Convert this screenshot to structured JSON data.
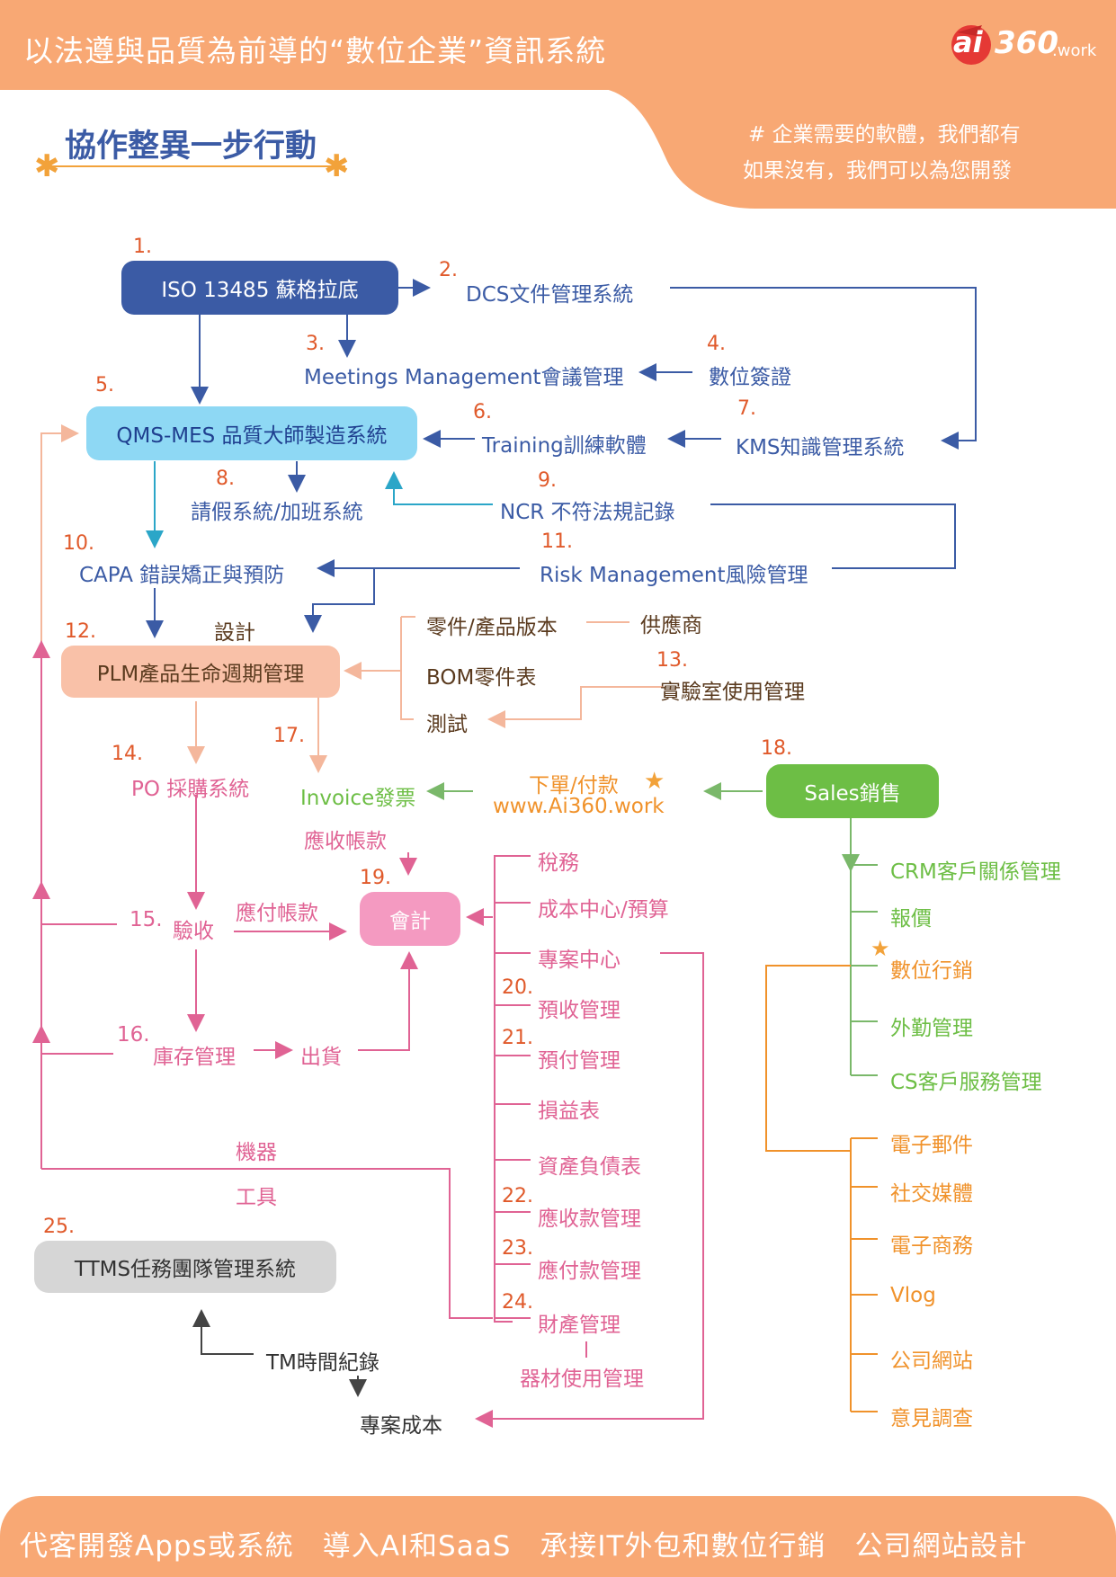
{
  "header": {
    "title": "以法遵與品質為前導的“數位企業”資訊系統",
    "logo_ai": "ai",
    "logo_360": "360",
    "logo_suffix": "work",
    "slogan_line1": "# 企業需要的軟體，我們都有",
    "slogan_line2": "如果沒有，我們可以為您開發"
  },
  "section_title": "協作整異一步行動",
  "colors": {
    "header_bg": "#F8A874",
    "blue": "#3B5BA5",
    "light_blue": "#8ED8F4",
    "pink": "#E06394",
    "green": "#6DBE45",
    "orange": "#F0922B",
    "peach": "#F9C1A8"
  },
  "nodes": {
    "n1": {
      "num": "1.",
      "label": "ISO 13485 蘇格拉底"
    },
    "n2": {
      "num": "2.",
      "label": "DCS文件管理系統"
    },
    "n3": {
      "num": "3.",
      "label": "Meetings Management會議管理"
    },
    "n4": {
      "num": "4.",
      "label": "數位簽證"
    },
    "n5": {
      "num": "5.",
      "label": "QMS-MES 品質大師製造系統"
    },
    "n6": {
      "num": "6.",
      "label": "Training訓練軟體"
    },
    "n7": {
      "num": "7.",
      "label": "KMS知識管理系統"
    },
    "n8": {
      "num": "8.",
      "label": "請假系統/加班系統"
    },
    "n9": {
      "num": "9.",
      "label": "NCR 不符法規記錄"
    },
    "n10": {
      "num": "10.",
      "label": "CAPA 錯誤矯正與預防"
    },
    "n11": {
      "num": "11.",
      "label": "Risk Management風險管理"
    },
    "n12": {
      "num": "12.",
      "label": "PLM產品生命週期管理"
    },
    "n13": {
      "num": "13.",
      "label": "實驗室使用管理"
    },
    "n14": {
      "num": "14.",
      "label": "PO 採購系統"
    },
    "n15": {
      "num": "15.",
      "label": "驗收"
    },
    "n16": {
      "num": "16.",
      "label": "庫存管理"
    },
    "n17": {
      "num": "17.",
      "label": "Invoice發票"
    },
    "n18": {
      "num": "18.",
      "label": "Sales銷售"
    },
    "n19": {
      "num": "19.",
      "label": "會計"
    },
    "n20": {
      "num": "20.",
      "label": "預收管理"
    },
    "n21": {
      "num": "21.",
      "label": "預付管理"
    },
    "n22": {
      "num": "22.",
      "label": "應收款管理"
    },
    "n23": {
      "num": "23.",
      "label": "應付款管理"
    },
    "n24": {
      "num": "24.",
      "label": "財產管理"
    },
    "n25": {
      "num": "25.",
      "label": "TTMS任務團隊管理系統"
    }
  },
  "labels": {
    "design": "設計",
    "parts_version": "零件/產品版本",
    "supplier": "供應商",
    "bom": "BOM零件表",
    "test": "測試",
    "order_pay": "下單/付款",
    "website": "www.Ai360.work",
    "receivable": "應收帳款",
    "payable": "應付帳款",
    "shipping": "出貨",
    "tax": "稅務",
    "cost_center": "成本中心/預算",
    "project_center": "專案中心",
    "income_statement": "損益表",
    "balance_sheet": "資產負債表",
    "equipment_use": "器材使用管理",
    "machine": "機器",
    "tool": "工具",
    "tm_time": "TM時間紀錄",
    "project_cost": "專案成本"
  },
  "sales_items": [
    "CRM客戶關係管理",
    "報價",
    "數位行銷",
    "外勤管理",
    "CS客戶服務管理"
  ],
  "marketing_items": [
    "電子郵件",
    "社交媒體",
    "電子商務",
    "Vlog",
    "公司網站",
    "意見調查"
  ],
  "footer": {
    "text": "代客開發Apps或系統　導入AI和SaaS　承接IT外包和數位行銷　公司網站設計"
  }
}
